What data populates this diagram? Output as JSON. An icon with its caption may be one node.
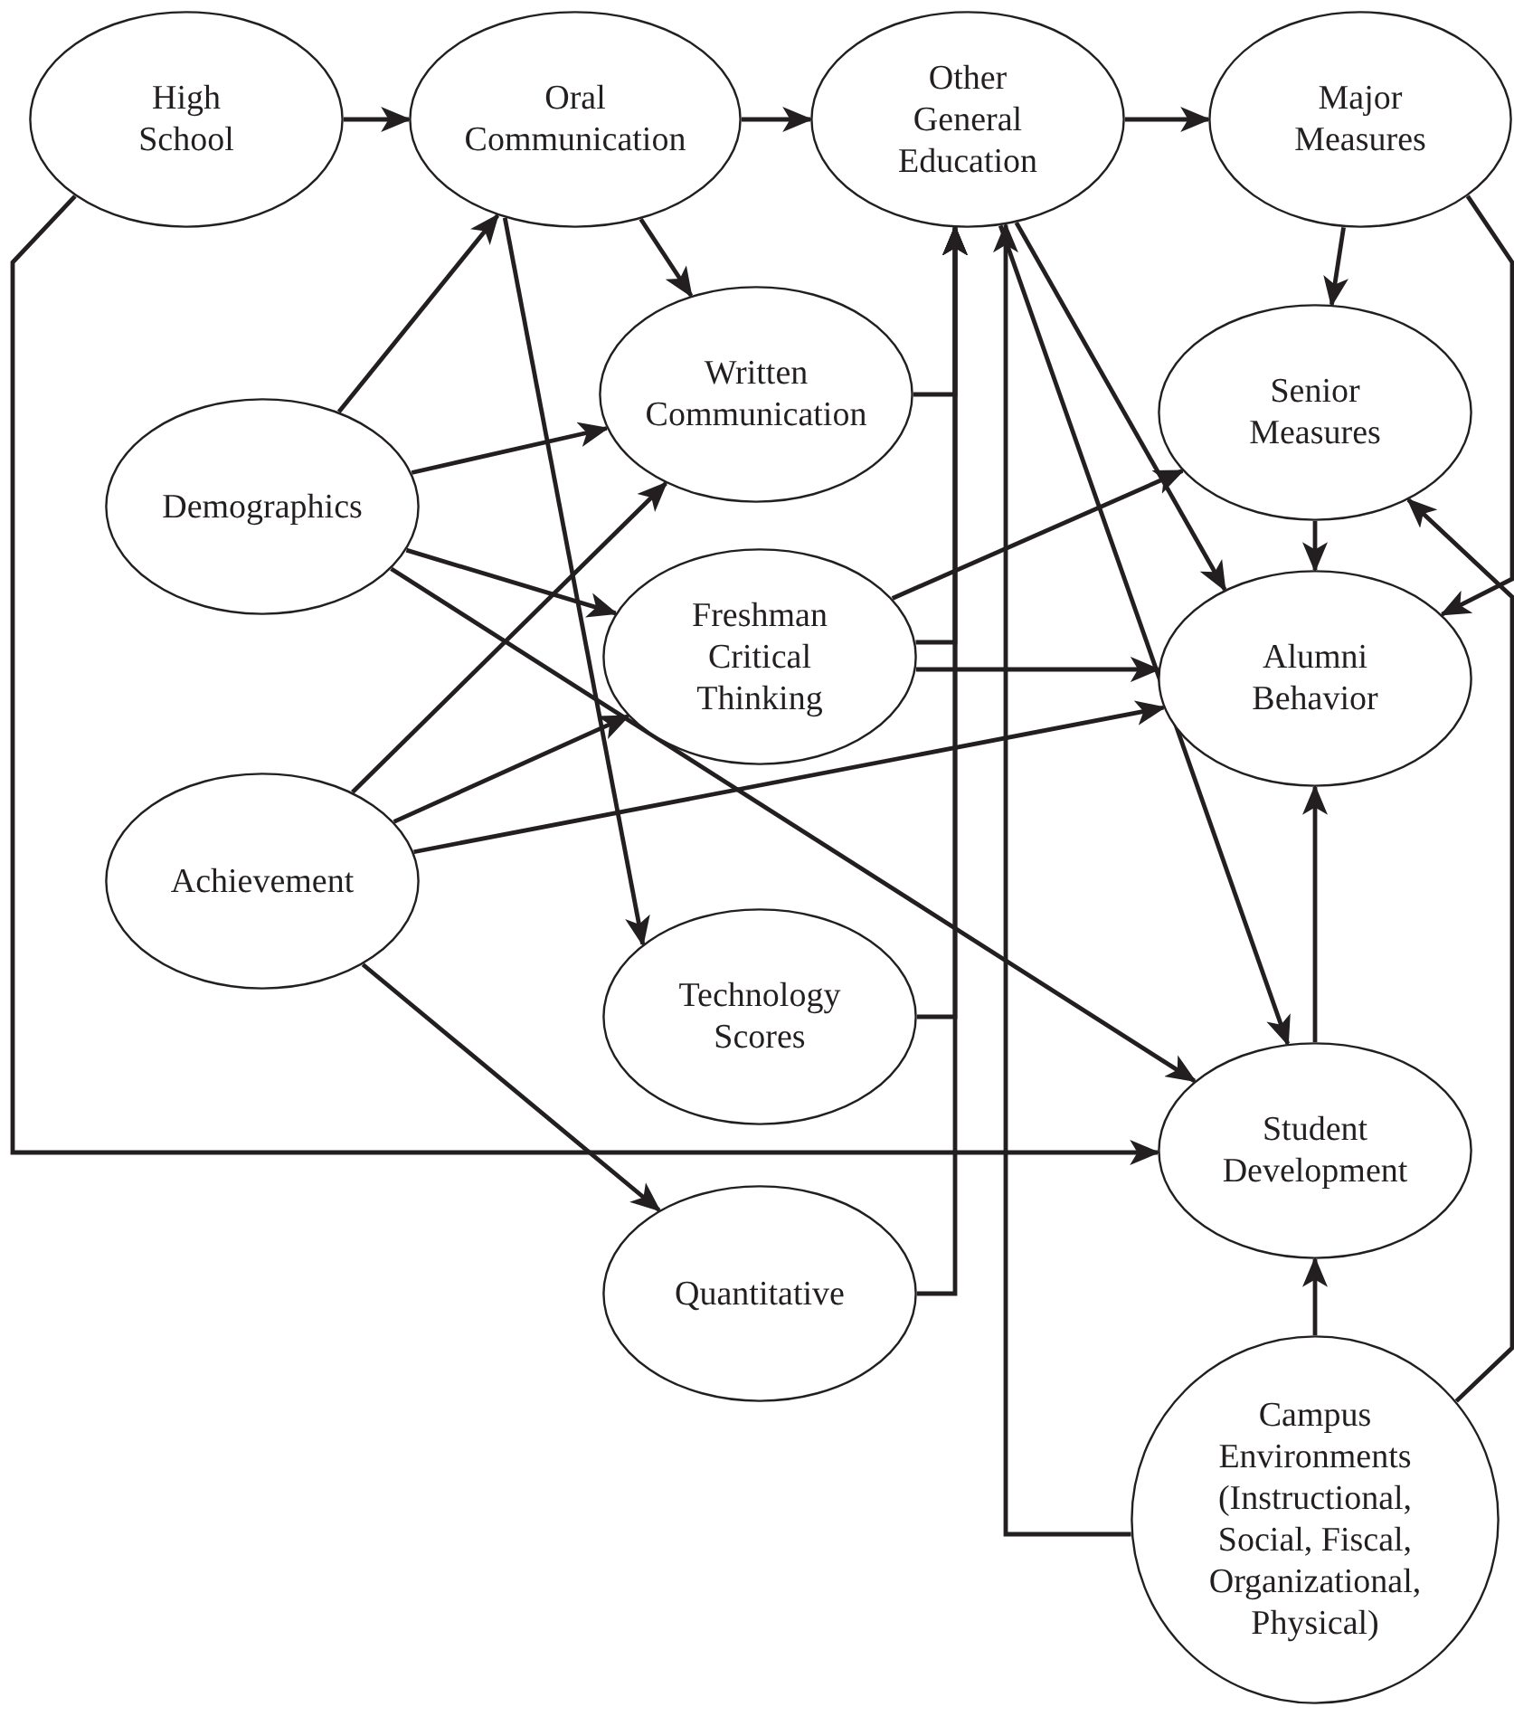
{
  "diagram": {
    "nodes": [
      {
        "text": [
          "High School"
        ]
      },
      {
        "text": [
          "Oral Communication"
        ]
      },
      {
        "text": [
          "Other General Education"
        ]
      },
      {
        "text": [
          "Major Measures"
        ]
      },
      {
        "text": [
          "Written Communication"
        ]
      },
      {
        "text": [
          "Senior Measures"
        ]
      },
      {
        "text": [
          "Demographics"
        ]
      },
      {
        "text": [
          "Freshman Critical Thinking"
        ]
      },
      {
        "text": [
          "Alumni Behavior"
        ]
      },
      {
        "text": [
          "Achievement"
        ]
      },
      {
        "text": [
          "Technology Scores"
        ]
      },
      {
        "text": [
          "Student Development"
        ]
      },
      {
        "text": [
          "Quantitative"
        ]
      },
      {
        "text": [
          "Campus Environments (Instructional, Social, Fiscal, Organizational, Physical)"
        ]
      }
    ],
    "edges": [
      {
        "from": 0,
        "to": 1,
        "arrow": "to"
      },
      {
        "from": 1,
        "to": 2,
        "arrow": "to"
      },
      {
        "from": 2,
        "to": 3,
        "arrow": "to"
      },
      {
        "from": 0,
        "to": 11,
        "arrow": "to"
      },
      {
        "from": 6,
        "to": 1,
        "arrow": "to"
      },
      {
        "from": 1,
        "to": 4,
        "arrow": "to"
      },
      {
        "from": 1,
        "to": 10,
        "arrow": "to"
      },
      {
        "from": 6,
        "to": 4,
        "arrow": "to"
      },
      {
        "from": 6,
        "to": 7,
        "arrow": "to"
      },
      {
        "from": 6,
        "to": 11,
        "arrow": "to"
      },
      {
        "from": 9,
        "to": 4,
        "arrow": "to"
      },
      {
        "from": 9,
        "to": 7,
        "arrow": "to"
      },
      {
        "from": 9,
        "to": 8,
        "arrow": "to"
      },
      {
        "from": 9,
        "to": 12,
        "arrow": "to"
      },
      {
        "from": 3,
        "to": 5,
        "arrow": "to"
      },
      {
        "from": 5,
        "to": 8,
        "arrow": "to"
      },
      {
        "from": 3,
        "to": 8,
        "arrow": "to"
      },
      {
        "from": 13,
        "to": 5,
        "arrow": "to"
      },
      {
        "from": 2,
        "to": 8,
        "arrow": "to"
      },
      {
        "from": 2,
        "to": 11,
        "arrow": "to"
      },
      {
        "from": 7,
        "to": 5,
        "arrow": "to"
      },
      {
        "from": 7,
        "to": 8,
        "arrow": "to"
      },
      {
        "from": 11,
        "to": 8,
        "arrow": "to"
      },
      {
        "from": 13,
        "to": 11,
        "arrow": "to"
      },
      {
        "from": 4,
        "to": 2,
        "arrow": "to"
      },
      {
        "from": 7,
        "to": 2,
        "arrow": "to"
      },
      {
        "from": 10,
        "to": 2,
        "arrow": "to"
      },
      {
        "from": 12,
        "to": 2,
        "arrow": "to"
      },
      {
        "from": 13,
        "to": 2,
        "arrow": "to"
      }
    ]
  }
}
